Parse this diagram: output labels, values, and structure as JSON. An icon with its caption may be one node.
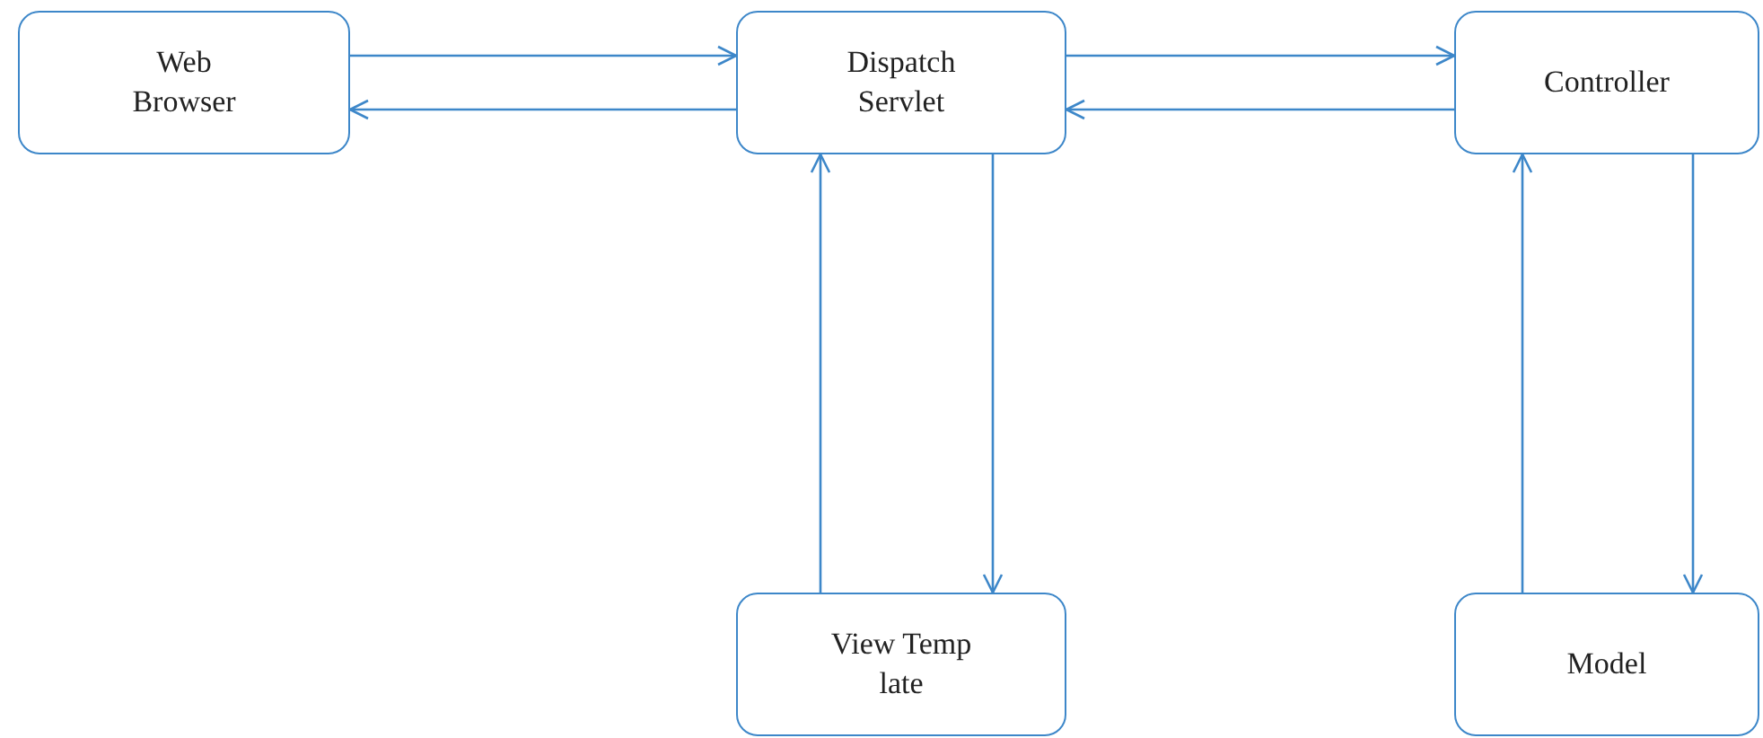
{
  "diagram": {
    "nodes": [
      {
        "text": [
          "Web Browser"
        ]
      },
      {
        "text": [
          "Dispatch Servlet"
        ]
      },
      {
        "text": [
          "Controller"
        ]
      },
      {
        "text": [
          "View Temp late"
        ]
      },
      {
        "text": [
          "Model"
        ]
      }
    ],
    "edges": [
      {
        "from": 0,
        "to": 1,
        "arrow": "to"
      },
      {
        "from": 1,
        "to": 0,
        "arrow": "to"
      },
      {
        "from": 1,
        "to": 2,
        "arrow": "to"
      },
      {
        "from": 2,
        "to": 1,
        "arrow": "to"
      },
      {
        "from": 3,
        "to": 1,
        "arrow": "to"
      },
      {
        "from": 1,
        "to": 3,
        "arrow": "to"
      },
      {
        "from": 4,
        "to": 2,
        "arrow": "to"
      },
      {
        "from": 2,
        "to": 4,
        "arrow": "to"
      }
    ]
  }
}
